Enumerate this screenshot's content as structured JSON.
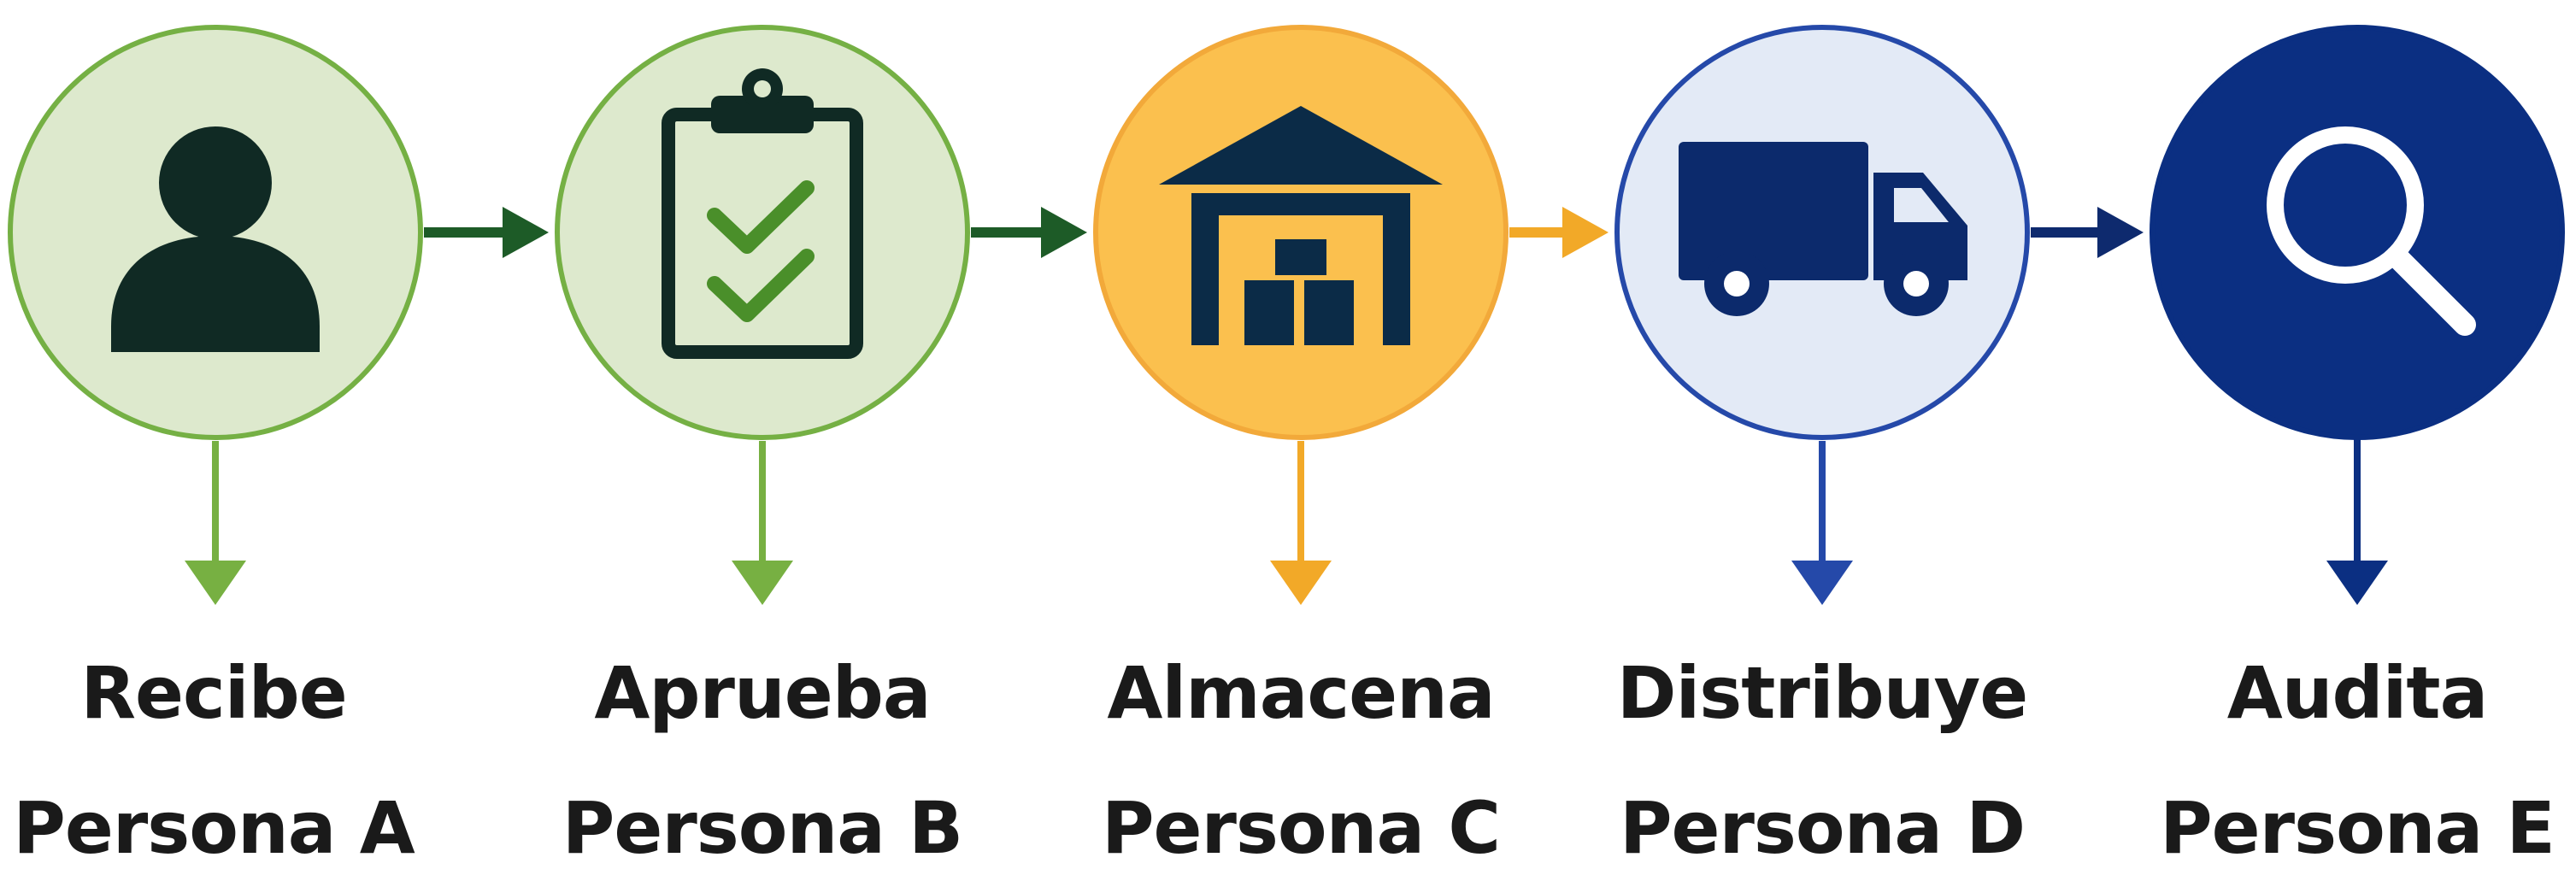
{
  "steps": [
    {
      "label": "Recibe",
      "person": "Persona A",
      "icon": "person-icon",
      "fill": "#dde9cd",
      "stroke": "#75b044",
      "arrow": "#77b042",
      "icon_color": "#102a24"
    },
    {
      "label": "Aprueba",
      "person": "Persona B",
      "icon": "clipboard-check-icon",
      "fill": "#dde9cd",
      "stroke": "#75b044",
      "arrow": "#77b042",
      "icon_color": "#102a24",
      "accent": "#4a8f2a"
    },
    {
      "label": "Almacena",
      "person": "Persona C",
      "icon": "warehouse-icon",
      "fill": "#fbc04e",
      "stroke": "#f2a93a",
      "arrow": "#f2a928",
      "icon_color": "#0b2b47"
    },
    {
      "label": "Distribuye",
      "person": "Persona D",
      "icon": "truck-icon",
      "fill": "#e3eaf6",
      "stroke": "#2549a9",
      "arrow": "#2549a9",
      "icon_color": "#0c2a6c"
    },
    {
      "label": "Audita",
      "person": "Persona E",
      "icon": "magnifier-icon",
      "fill": "#0b2f82",
      "stroke": "#0b2f82",
      "arrow": "#0b2f82",
      "icon_color": "#ffffff"
    }
  ],
  "connectors": [
    {
      "from": "Recibe",
      "to": "Aprueba",
      "color": "#1d5b27"
    },
    {
      "from": "Aprueba",
      "to": "Almacena",
      "color": "#1d5b27"
    },
    {
      "from": "Almacena",
      "to": "Distribuye",
      "color": "#f2a928"
    },
    {
      "from": "Distribuye",
      "to": "Audita",
      "color": "#0e2a6e"
    }
  ]
}
